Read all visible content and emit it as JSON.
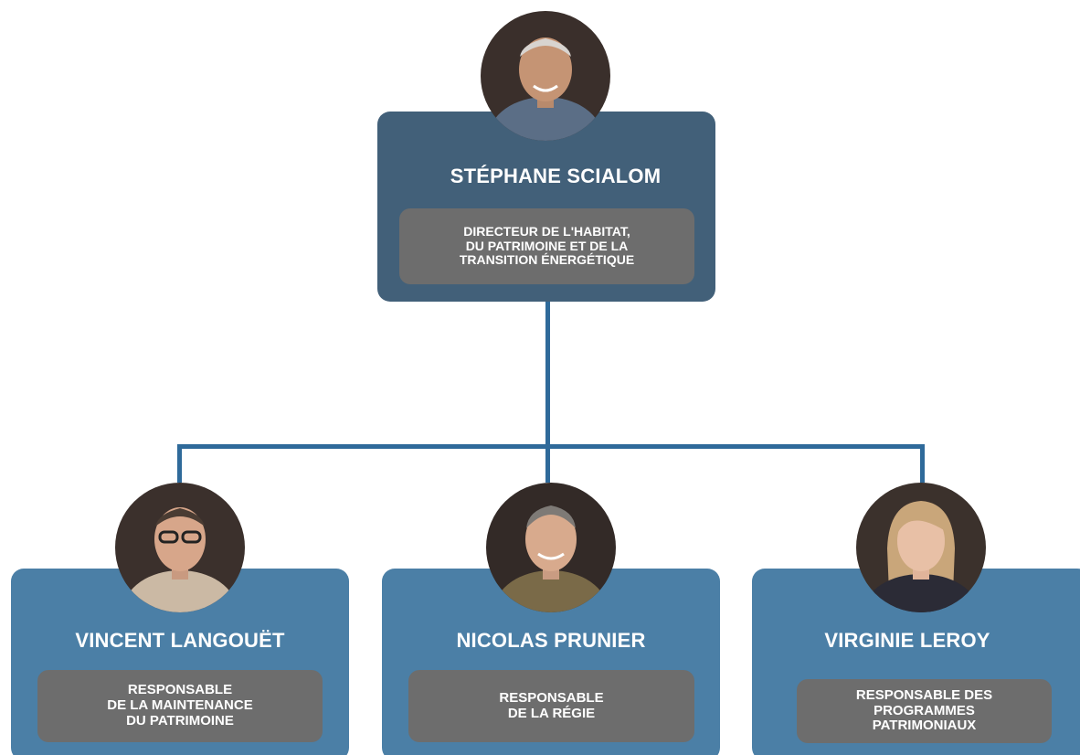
{
  "director": {
    "name": "STÉPHANE SCIALOM",
    "role": "DIRECTEUR DE L'HABITAT,\nDU PATRIMOINE ET DE LA\nTRANSITION ÉNERGÉTIQUE",
    "photo_icon": "person-photo-icon"
  },
  "reports": [
    {
      "name": "VINCENT LANGOUËT",
      "role": "RESPONSABLE\nDE LA MAINTENANCE\nDU PATRIMOINE",
      "photo_icon": "person-photo-icon"
    },
    {
      "name": "NICOLAS PRUNIER",
      "role": "RESPONSABLE\nDE LA RÉGIE",
      "photo_icon": "person-photo-icon"
    },
    {
      "name": "VIRGINIE LEROY",
      "role": "RESPONSABLE DES\nPROGRAMMES\nPATRIMONIAUX",
      "photo_icon": "person-photo-icon"
    }
  ],
  "colors": {
    "director_card": "#426079",
    "report_card": "#4b7fa6",
    "role_box": "#6d6d6d",
    "connector": "#2f6a9a"
  }
}
